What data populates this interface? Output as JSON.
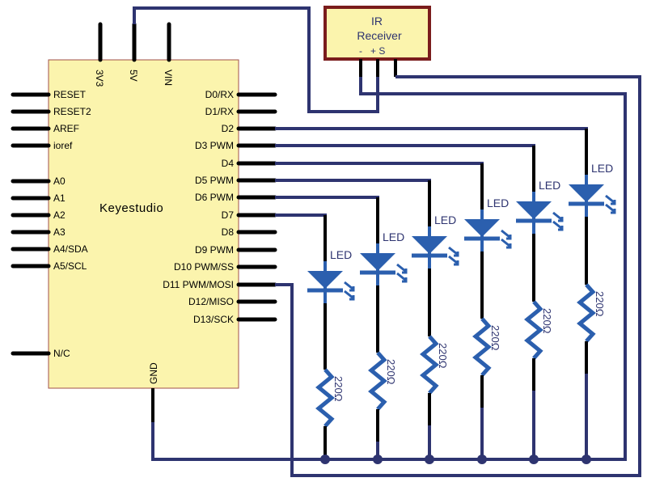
{
  "board": {
    "name": "Keyestudio",
    "top_pins": [
      "3V3",
      "5V",
      "VIN"
    ],
    "left_pins": [
      "RESET",
      "RESET2",
      "AREF",
      "ioref",
      "A0",
      "A1",
      "A2",
      "A3",
      "A4/SDA",
      "A5/SCL",
      "N/C"
    ],
    "right_pins": [
      "D0/RX",
      "D1/RX",
      "D2",
      "D3 PWM",
      "D4",
      "D5 PWM",
      "D6 PWM",
      "D7",
      "D8",
      "D9 PWM",
      "D10 PWM/SS",
      "D11 PWM/MOSI",
      "D12/MISO",
      "D13/SCK"
    ],
    "bottom_pins": [
      "GND"
    ]
  },
  "ir_receiver": {
    "title_line1": "IR",
    "title_line2": "Receiver",
    "pin_labels": "-   + S"
  },
  "leds": [
    {
      "label": "LED",
      "pin": "D7"
    },
    {
      "label": "LED",
      "pin": "D6 PWM"
    },
    {
      "label": "LED",
      "pin": "D5 PWM"
    },
    {
      "label": "LED",
      "pin": "D4"
    },
    {
      "label": "LED",
      "pin": "D3 PWM"
    },
    {
      "label": "LED",
      "pin": "D2"
    }
  ],
  "resistors": [
    {
      "label": "220Ω"
    },
    {
      "label": "220Ω"
    },
    {
      "label": "220Ω"
    },
    {
      "label": "220Ω"
    },
    {
      "label": "220Ω"
    },
    {
      "label": "220Ω"
    }
  ],
  "colors": {
    "board_fill": "#fbf4ad",
    "board_border": "#a0504a",
    "ir_border": "#7a1c1c",
    "wire": "#2e3470",
    "component": "#2b5fae",
    "pin": "#000000"
  }
}
